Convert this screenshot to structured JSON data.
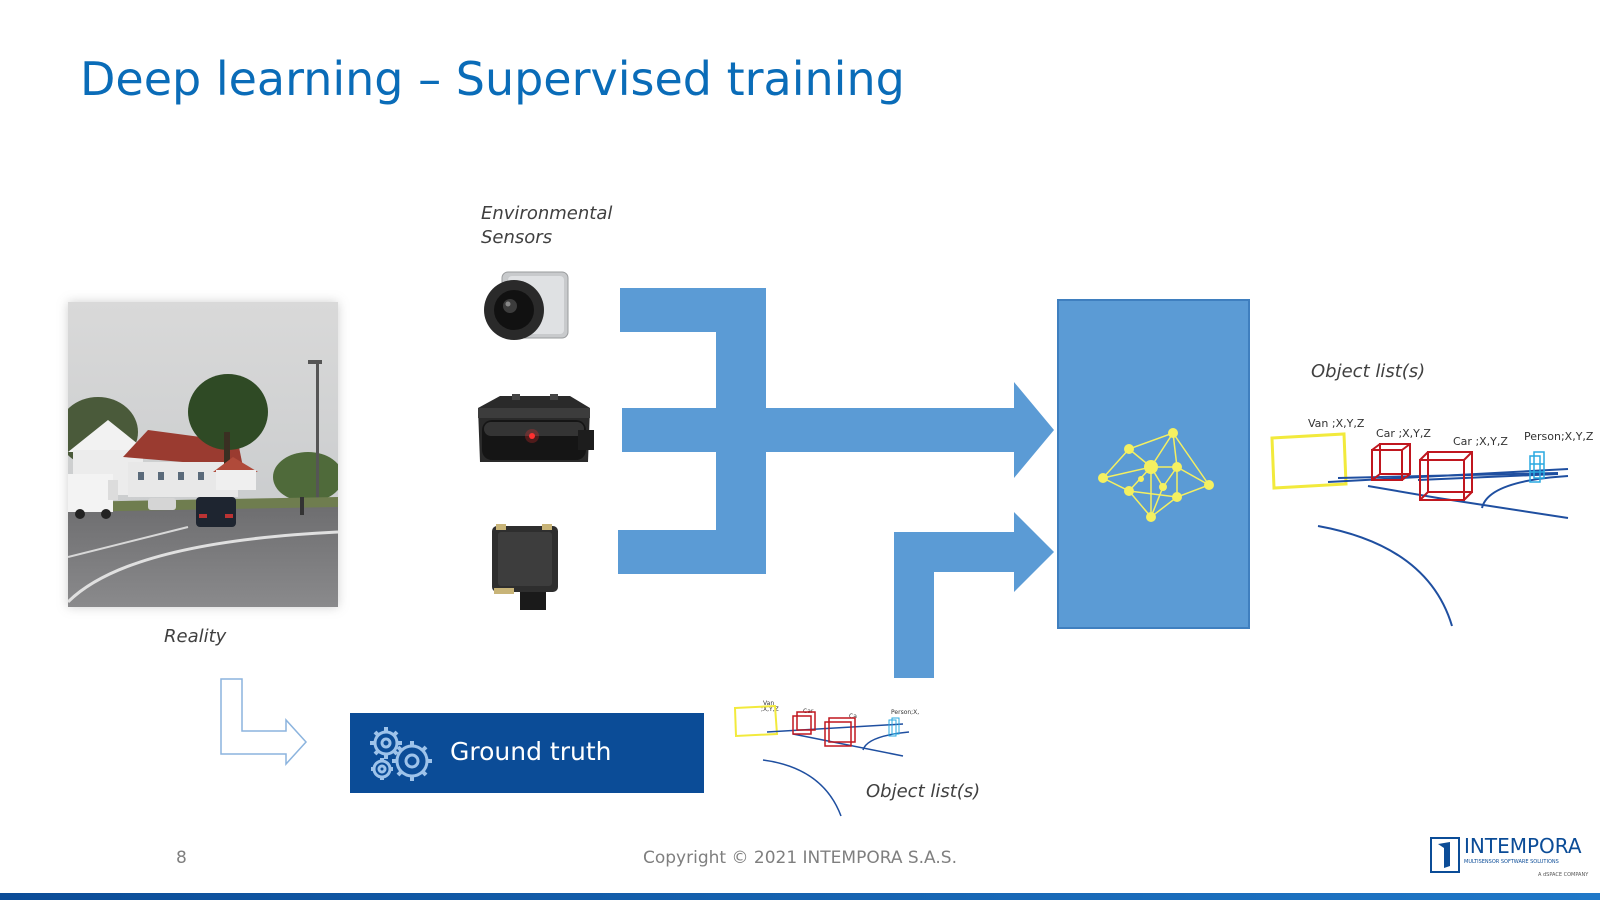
{
  "slide": {
    "title": "Deep learning – Supervised training",
    "page_number": "8",
    "copyright": "Copyright © 2021 INTEMPORA S.A.S."
  },
  "labels": {
    "environmental_sensors": [
      "Environmental",
      "Sensors"
    ],
    "reality": "Reality",
    "object_list_top": "Object list(s)",
    "object_list_bottom": "Object list(s)",
    "ground_truth": "Ground truth"
  },
  "objects_top": {
    "van": "Van ;X,Y,Z",
    "car1": "Car ;X,Y,Z",
    "car2": "Car ;X,Y,Z",
    "person": "Person;X,Y,Z"
  },
  "objects_bottom": {
    "van": [
      "Van",
      ";X,Y,Z"
    ],
    "car1": "Car",
    "car2": "Ca",
    "person": "Person;X,"
  },
  "logo": {
    "name": "INTEMPORA",
    "tagline": "MULTISENSOR SOFTWARE SOLUTIONS",
    "company": "A dSPACE COMPANY"
  },
  "colors": {
    "title": "#0a6cb8",
    "arrow_fill": "#5b9bd5",
    "ground_truth_bg": "#0b4c97",
    "network_nodes": "#f5f060",
    "van_box": "#f2ea3c",
    "car_box": "#c0171f",
    "person_box": "#29a9e0",
    "road_lines": "#1f4fa0"
  },
  "icons": {
    "ground_truth": "gears-icon",
    "network": "neural-network-icon",
    "camera": "camera-sensor-icon",
    "lidar": "lidar-sensor-icon",
    "radar": "radar-sensor-icon"
  }
}
